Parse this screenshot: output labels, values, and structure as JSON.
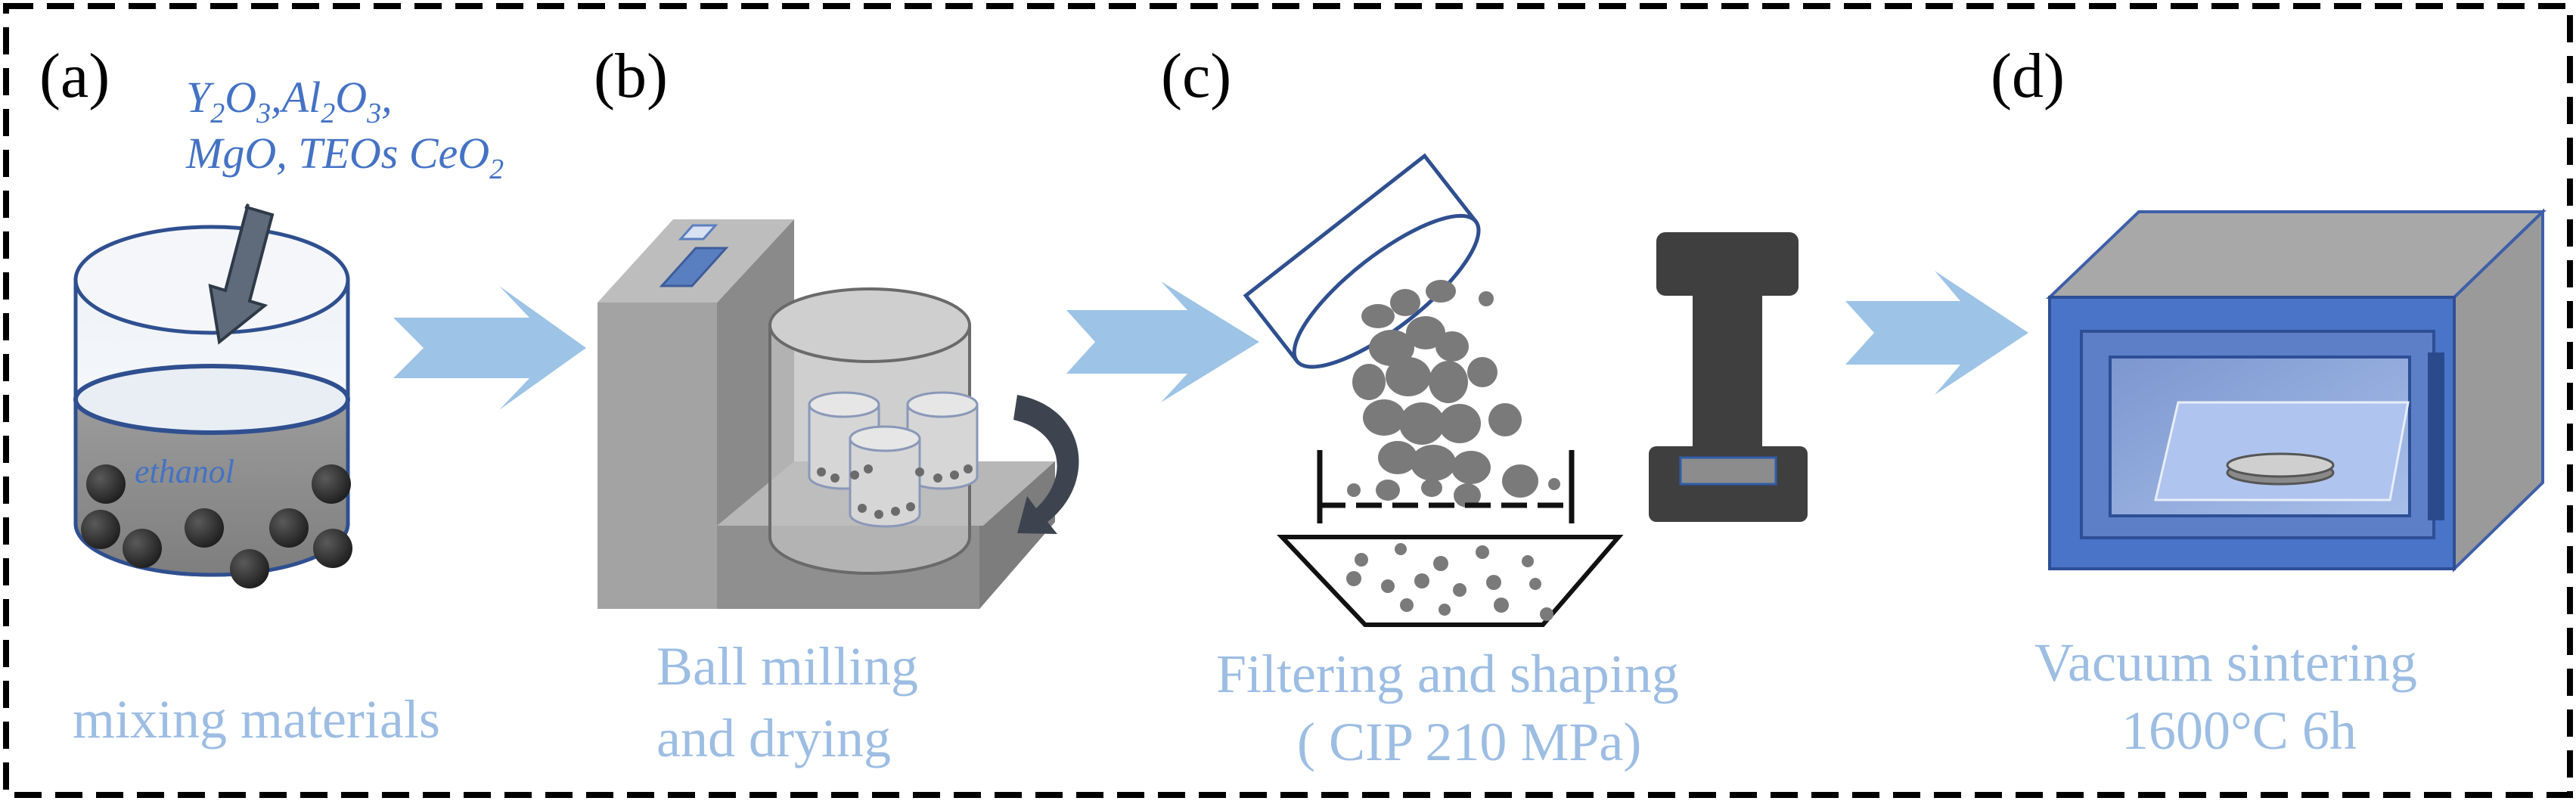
{
  "colors": {
    "caption": "#9DBDE3",
    "formula": "#4472C4",
    "arrow": "#9DC3E6",
    "dark": "#3A3A3A",
    "border": "#000000",
    "machine": "#A6A6A6",
    "furnace": "#4472C4"
  },
  "panels": [
    {
      "label": "(a)",
      "caption_lines": [
        "mixing materials"
      ],
      "formula_line1": {
        "parts": [
          "Y",
          "2",
          "O",
          "3",
          ",Al",
          "2",
          "O",
          "3",
          ","
        ]
      },
      "formula_line2": {
        "parts": [
          "MgO, TEOs CeO",
          "2"
        ]
      },
      "liquid_label": "ethanol"
    },
    {
      "label": "(b)",
      "caption_lines": [
        "Ball milling",
        "and drying"
      ]
    },
    {
      "label": "(c)",
      "caption_lines": [
        "Filtering and shaping",
        "( CIP 210 MPa)"
      ]
    },
    {
      "label": "(d)",
      "caption_lines": [
        "Vacuum sintering",
        "1600°C 6h"
      ]
    }
  ]
}
